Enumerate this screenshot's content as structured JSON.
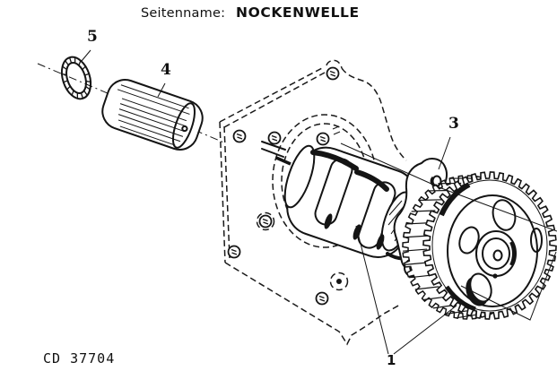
{
  "header": {
    "field_label": "Seitenname:",
    "page_title": "NOCKENWELLE"
  },
  "drawing": {
    "code": "CD 37704",
    "callouts": {
      "c1": "1",
      "c3": "3",
      "c4": "4",
      "c5": "5"
    }
  },
  "colors": {
    "ink": "#141414",
    "paper": "#ffffff"
  }
}
